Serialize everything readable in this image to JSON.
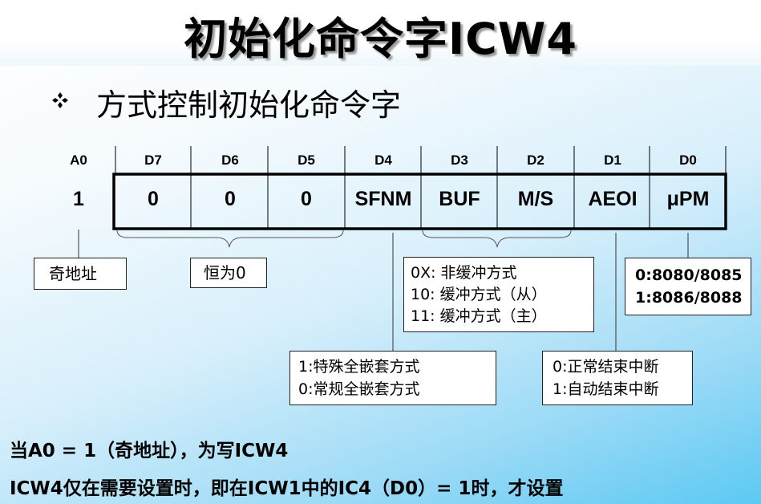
{
  "title": "初始化命令字ICW4",
  "subtitle": "方式控制初始化命令字",
  "bullet_icon": "diamond-cluster-icon",
  "a0": {
    "label": "A0",
    "value": "1"
  },
  "bits": [
    {
      "label": "D7",
      "value": "0"
    },
    {
      "label": "D6",
      "value": "0"
    },
    {
      "label": "D5",
      "value": "0"
    },
    {
      "label": "D4",
      "value": "SFNM"
    },
    {
      "label": "D3",
      "value": "BUF"
    },
    {
      "label": "D2",
      "value": "M/S"
    },
    {
      "label": "D1",
      "value": "AEOI"
    },
    {
      "label": "D0",
      "value": "μPM"
    }
  ],
  "callouts": {
    "a0": "奇地址",
    "d7_d5": "恒为0",
    "buf_ms": [
      "0X: 非缓冲方式",
      "10: 缓冲方式（从）",
      "11: 缓冲方式（主）"
    ],
    "upm": [
      "0:8080/8085",
      "1:8086/8088"
    ],
    "sfnm": [
      "1:特殊全嵌套方式",
      "0:常规全嵌套方式"
    ],
    "aeoi": [
      "0:正常结束中断",
      "1:自动结束中断"
    ]
  },
  "notes": [
    "当A0 = 1（奇地址），为写ICW4",
    "ICW4仅在需要设置时，即在ICW1中的IC4（D0）= 1时，才设置"
  ]
}
